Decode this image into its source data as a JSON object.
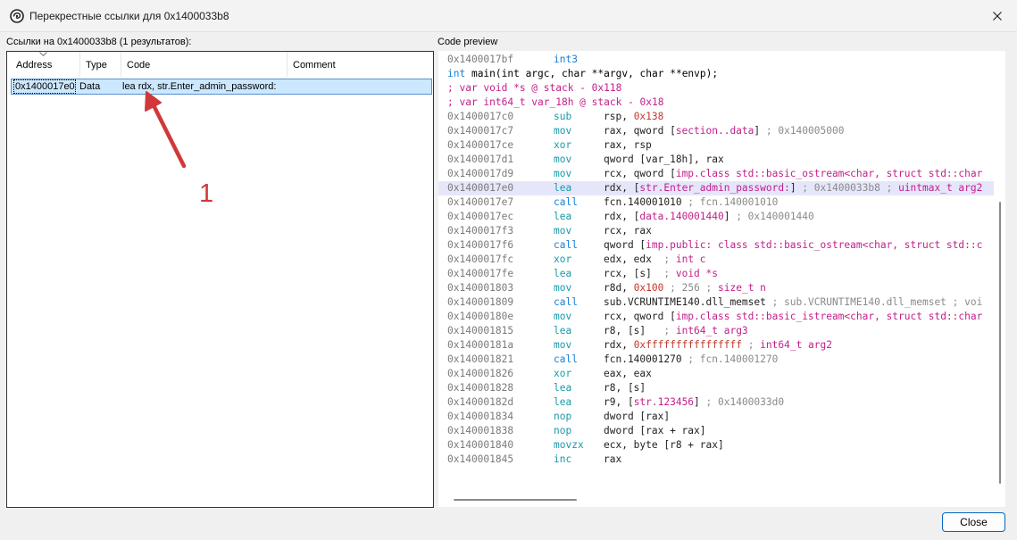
{
  "window": {
    "title": "Перекрестные ссылки для 0x1400033b8",
    "close_icon": "close-icon",
    "app_icon": "radare-logo-icon"
  },
  "xrefs": {
    "caption": "Ссылки на 0x1400033b8 (1 результатов):",
    "columns": [
      "Address",
      "Type",
      "Code",
      "Comment"
    ],
    "rows": [
      {
        "address": "0x1400017e0",
        "type": "Data",
        "code": "lea rdx, str.Enter_admin_password:",
        "comment": ""
      }
    ]
  },
  "annotation": {
    "number": "1",
    "color": "#d1383a"
  },
  "preview": {
    "caption": "Code preview",
    "colors": {
      "address": "#7a7a7a",
      "mnemonic_mov": "#1a9aa8",
      "mnemonic_call": "#1a7fd4",
      "number": "#c0392b",
      "comment": "#8a8a8a",
      "var": "#c21f8a",
      "string": "#c21f8a",
      "highlight_bg": "#e6e6fb"
    },
    "header_lines": [
      {
        "text": "0x1400017bf      int3"
      },
      {
        "text": "int main(int argc, char **argv, char **envp);"
      },
      {
        "text": "; var void *s @ stack - 0x118"
      },
      {
        "text": "; var int64_t var_18h @ stack - 0x18"
      }
    ],
    "lines": [
      {
        "addr": "0x1400017c0",
        "mn": "sub",
        "op": "rsp, 0x138"
      },
      {
        "addr": "0x1400017c7",
        "mn": "mov",
        "op": "rax, qword [section..data] ; 0x140005000"
      },
      {
        "addr": "0x1400017ce",
        "mn": "xor",
        "op": "rax, rsp"
      },
      {
        "addr": "0x1400017d1",
        "mn": "mov",
        "op": "qword [var_18h], rax"
      },
      {
        "addr": "0x1400017d9",
        "mn": "mov",
        "op": "rcx, qword [imp.class std::basic_ostream<char, struct std::char"
      },
      {
        "addr": "0x1400017e0",
        "mn": "lea",
        "op": "rdx, [str.Enter_admin_password:] ; 0x1400033b8 ; uintmax_t arg2"
      },
      {
        "addr": "0x1400017e7",
        "mn": "call",
        "op": "fcn.140001010 ; fcn.140001010"
      },
      {
        "addr": "0x1400017ec",
        "mn": "lea",
        "op": "rdx, [data.140001440] ; 0x140001440"
      },
      {
        "addr": "0x1400017f3",
        "mn": "mov",
        "op": "rcx, rax"
      },
      {
        "addr": "0x1400017f6",
        "mn": "call",
        "op": "qword [imp.public: class std::basic_ostream<char, struct std::c"
      },
      {
        "addr": "0x1400017fc",
        "mn": "xor",
        "op": "edx, edx  ; int c"
      },
      {
        "addr": "0x1400017fe",
        "mn": "lea",
        "op": "rcx, [s]  ; void *s"
      },
      {
        "addr": "0x140001803",
        "mn": "mov",
        "op": "r8d, 0x100 ; 256 ; size_t n"
      },
      {
        "addr": "0x140001809",
        "mn": "call",
        "op": "sub.VCRUNTIME140.dll_memset ; sub.VCRUNTIME140.dll_memset ; voi"
      },
      {
        "addr": "0x14000180e",
        "mn": "mov",
        "op": "rcx, qword [imp.class std::basic_istream<char, struct std::char"
      },
      {
        "addr": "0x140001815",
        "mn": "lea",
        "op": "r8, [s]   ; int64_t arg3"
      },
      {
        "addr": "0x14000181a",
        "mn": "mov",
        "op": "rdx, 0xffffffffffffffff ; int64_t arg2"
      },
      {
        "addr": "0x140001821",
        "mn": "call",
        "op": "fcn.140001270 ; fcn.140001270"
      },
      {
        "addr": "0x140001826",
        "mn": "xor",
        "op": "eax, eax"
      },
      {
        "addr": "0x140001828",
        "mn": "lea",
        "op": "r8, [s]"
      },
      {
        "addr": "0x14000182d",
        "mn": "lea",
        "op": "r9, [str.123456] ; 0x1400033d0"
      },
      {
        "addr": "0x140001834",
        "mn": "nop",
        "op": "dword [rax]"
      },
      {
        "addr": "0x140001838",
        "mn": "nop",
        "op": "dword [rax + rax]"
      },
      {
        "addr": "0x140001840",
        "mn": "movzx",
        "op": "ecx, byte [r8 + rax]"
      },
      {
        "addr": "0x140001845",
        "mn": "inc",
        "op": "rax"
      }
    ],
    "highlighted_address": "0x1400017e0"
  },
  "footer": {
    "close_label": "Close"
  }
}
